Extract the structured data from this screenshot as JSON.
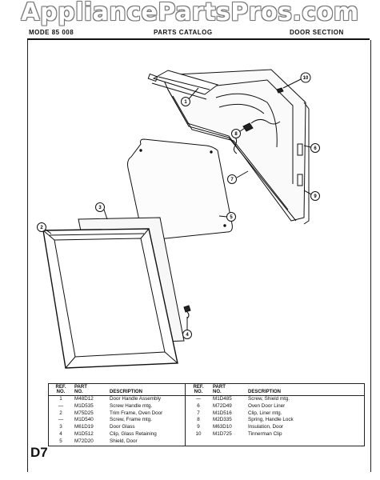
{
  "watermark": "AppliancePartsPros.com",
  "header": {
    "model_label": "MODE  85 008",
    "catalog_label": "PARTS  CATALOG",
    "section_label": "DOOR SECTION"
  },
  "page_code": "D7",
  "table": {
    "headers": {
      "ref": "REF. NO.",
      "ref_line1": "REF.",
      "ref_line2": "NO.",
      "part_line1": "PART",
      "part_line2": "NO.",
      "description": "DESCRIPTION"
    },
    "left_rows": [
      {
        "ref": "1",
        "part": "M48D12",
        "desc": "Door Handle Assembly"
      },
      {
        "ref": "—",
        "part": "M1D535",
        "desc": "Screw Handle mtg."
      },
      {
        "ref": "2",
        "part": "M75D25",
        "desc": "Trim Frame, Oven Door"
      },
      {
        "ref": "—",
        "part": "M1D540",
        "desc": "Screw, Frame mtg."
      },
      {
        "ref": "3",
        "part": "M61D19",
        "desc": "Door Glass"
      },
      {
        "ref": "4",
        "part": "M1D512",
        "desc": "Clip, Glass Retaining"
      },
      {
        "ref": "5",
        "part": "M72D20",
        "desc": "Shield, Door"
      }
    ],
    "right_rows": [
      {
        "ref": "—",
        "part": "M1D485",
        "desc": "Screw, Shield mtg."
      },
      {
        "ref": "6",
        "part": "M72D49",
        "desc": "Oven Door Liner"
      },
      {
        "ref": "7",
        "part": "M1D516",
        "desc": "Clip, Liner mtg."
      },
      {
        "ref": "8",
        "part": "M2D335",
        "desc": "Spring, Handle Lock"
      },
      {
        "ref": "9",
        "part": "M63D10",
        "desc": "Insulation, Door"
      },
      {
        "ref": "10",
        "part": "M1D725",
        "desc": "Tinnerman Clip"
      }
    ]
  },
  "callouts": [
    "1",
    "2",
    "3",
    "4",
    "5",
    "6",
    "7",
    "8",
    "9",
    "10"
  ]
}
